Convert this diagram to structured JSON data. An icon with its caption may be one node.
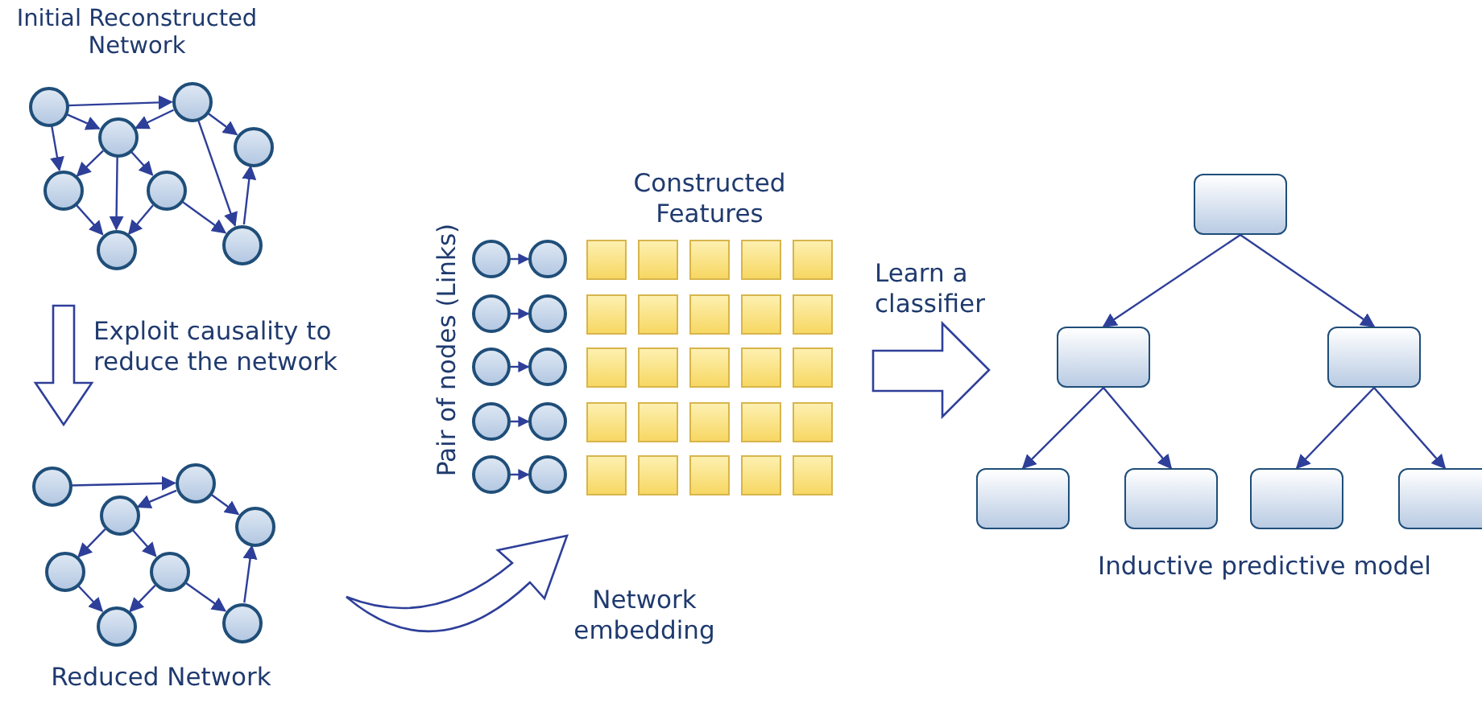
{
  "diagram": {
    "nodes": [
      {
        "text": [],
        "shape": "circle"
      },
      {
        "text": [],
        "shape": "circle"
      },
      {
        "text": [],
        "shape": "circle"
      },
      {
        "text": [],
        "shape": "circle"
      },
      {
        "text": [],
        "shape": "circle"
      },
      {
        "text": [],
        "shape": "circle"
      },
      {
        "text": [],
        "shape": "circle"
      },
      {
        "text": [],
        "shape": "circle"
      },
      {
        "text": [],
        "shape": "circle"
      },
      {
        "text": [],
        "shape": "circle"
      },
      {
        "text": [],
        "shape": "circle"
      },
      {
        "text": [],
        "shape": "circle"
      },
      {
        "text": [],
        "shape": "circle"
      },
      {
        "text": [],
        "shape": "circle"
      },
      {
        "text": [],
        "shape": "circle"
      },
      {
        "text": [],
        "shape": "circle"
      },
      {
        "text": [],
        "shape": "circle"
      },
      {
        "text": [],
        "shape": "circle"
      },
      {
        "text": [],
        "shape": "circle"
      },
      {
        "text": [],
        "shape": "circle"
      },
      {
        "text": [],
        "shape": "circle"
      },
      {
        "text": [],
        "shape": "circle"
      },
      {
        "text": [],
        "shape": "circle"
      },
      {
        "text": [],
        "shape": "circle"
      },
      {
        "text": [],
        "shape": "circle"
      },
      {
        "text": [],
        "shape": "circle"
      },
      {
        "text": [],
        "shape": "box"
      },
      {
        "text": [],
        "shape": "box"
      },
      {
        "text": [],
        "shape": "box"
      },
      {
        "text": [],
        "shape": "box"
      },
      {
        "text": [],
        "shape": "box"
      },
      {
        "text": [],
        "shape": "box"
      },
      {
        "text": [],
        "shape": "box"
      },
      {
        "text": [],
        "shape": "box"
      },
      {
        "text": [],
        "shape": "box"
      },
      {
        "text": [],
        "shape": "box"
      },
      {
        "text": [],
        "shape": "box"
      },
      {
        "text": [],
        "shape": "box"
      },
      {
        "text": [],
        "shape": "box"
      },
      {
        "text": [],
        "shape": "box"
      },
      {
        "text": [],
        "shape": "box"
      },
      {
        "text": [],
        "shape": "box"
      },
      {
        "text": [],
        "shape": "box"
      },
      {
        "text": [],
        "shape": "box"
      },
      {
        "text": [],
        "shape": "box"
      },
      {
        "text": [],
        "shape": "box"
      },
      {
        "text": [],
        "shape": "box"
      },
      {
        "text": [],
        "shape": "box"
      },
      {
        "text": [],
        "shape": "box"
      },
      {
        "text": [],
        "shape": "box"
      },
      {
        "text": [],
        "shape": "box"
      },
      {
        "text": [],
        "shape": "box"
      },
      {
        "text": [],
        "shape": "box"
      },
      {
        "text": [],
        "shape": "box"
      },
      {
        "text": [],
        "shape": "box"
      },
      {
        "text": [],
        "shape": "box"
      },
      {
        "text": [],
        "shape": "box"
      },
      {
        "text": [],
        "shape": "box"
      }
    ],
    "edges": [
      {
        "from": 0,
        "to": 1,
        "arrow": "to"
      },
      {
        "from": 0,
        "to": 2,
        "arrow": "to"
      },
      {
        "from": 0,
        "to": 4,
        "arrow": "to"
      },
      {
        "from": 1,
        "to": 2,
        "arrow": "to"
      },
      {
        "from": 1,
        "to": 3,
        "arrow": "to"
      },
      {
        "from": 1,
        "to": 7,
        "arrow": "to"
      },
      {
        "from": 2,
        "to": 4,
        "arrow": "to"
      },
      {
        "from": 2,
        "to": 6,
        "arrow": "to"
      },
      {
        "from": 2,
        "to": 5,
        "arrow": "to"
      },
      {
        "from": 4,
        "to": 6,
        "arrow": "to"
      },
      {
        "from": 5,
        "to": 6,
        "arrow": "to"
      },
      {
        "from": 5,
        "to": 7,
        "arrow": "to"
      },
      {
        "from": 7,
        "to": 3,
        "arrow": "to"
      },
      {
        "from": 8,
        "to": 9,
        "arrow": "to"
      },
      {
        "from": 9,
        "to": 10,
        "arrow": "to"
      },
      {
        "from": 9,
        "to": 11,
        "arrow": "to"
      },
      {
        "from": 10,
        "to": 12,
        "arrow": "to"
      },
      {
        "from": 10,
        "to": 13,
        "arrow": "to"
      },
      {
        "from": 12,
        "to": 14,
        "arrow": "to"
      },
      {
        "from": 13,
        "to": 14,
        "arrow": "to"
      },
      {
        "from": 13,
        "to": 15,
        "arrow": "to"
      },
      {
        "from": 15,
        "to": 11,
        "arrow": "to"
      },
      {
        "from": 16,
        "to": 17,
        "arrow": "to"
      },
      {
        "from": 18,
        "to": 19,
        "arrow": "to"
      },
      {
        "from": 20,
        "to": 21,
        "arrow": "to"
      },
      {
        "from": 22,
        "to": 23,
        "arrow": "to"
      },
      {
        "from": 24,
        "to": 25,
        "arrow": "to"
      },
      {
        "from": 51,
        "to": 52,
        "arrow": "to"
      },
      {
        "from": 51,
        "to": 53,
        "arrow": "to"
      },
      {
        "from": 52,
        "to": 54,
        "arrow": "to"
      },
      {
        "from": 52,
        "to": 55,
        "arrow": "to"
      },
      {
        "from": 53,
        "to": 56,
        "arrow": "to"
      },
      {
        "from": 53,
        "to": 57,
        "arrow": "to"
      }
    ],
    "labels": [
      "Initial Reconstructed Network",
      "Exploit causality to reduce the network",
      "Constructed Features",
      "Pair of nodes (Links)",
      "Learn a classifier",
      "Inductive predictive model",
      "Network embedding",
      "Reduced Network"
    ]
  }
}
